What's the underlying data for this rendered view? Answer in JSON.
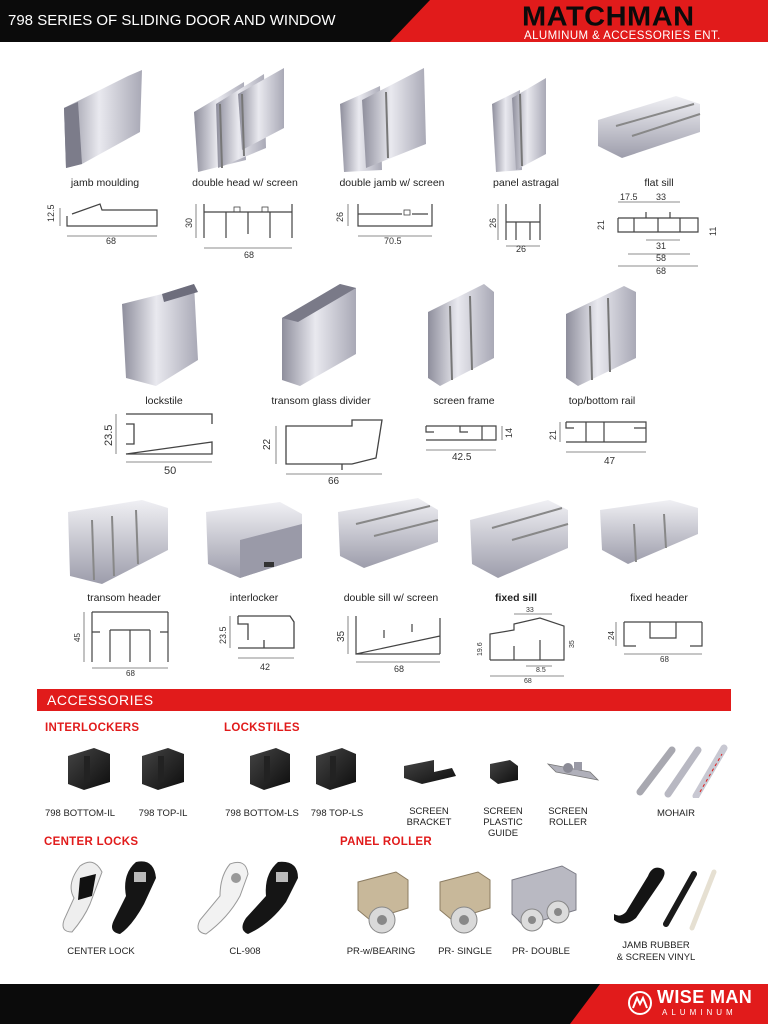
{
  "header": {
    "title": "798 SERIES OF SLIDING DOOR AND WINDOW",
    "brand": "MATCHMAN",
    "brand_sub": "ALUMINUM & ACCESSORIES ENT."
  },
  "profiles": {
    "row1": [
      {
        "label": "jamb moulding",
        "dims": [
          "12.5",
          "68"
        ]
      },
      {
        "label": "double head w/  screen",
        "dims": [
          "30",
          "68"
        ]
      },
      {
        "label": "double jamb w/  screen",
        "dims": [
          "26",
          "70.5"
        ]
      },
      {
        "label": "panel astragal",
        "dims": [
          "26",
          "26"
        ]
      },
      {
        "label": "flat sill",
        "dims": [
          "17.5",
          "33",
          "21",
          "11",
          "31",
          "58",
          "68"
        ]
      }
    ],
    "row2": [
      {
        "label": "lockstile",
        "dims": [
          "23.5",
          "50"
        ]
      },
      {
        "label": "transom glass divider",
        "dims": [
          "22",
          "66"
        ]
      },
      {
        "label": "screen frame",
        "dims": [
          "14",
          "42.5"
        ]
      },
      {
        "label": "top/bottom rail",
        "dims": [
          "21",
          "47"
        ]
      }
    ],
    "row3": [
      {
        "label": "transom header",
        "dims": [
          "45",
          "68"
        ]
      },
      {
        "label": "interlocker",
        "dims": [
          "23.5",
          "42"
        ]
      },
      {
        "label": "double sill w/  screen",
        "dims": [
          "35",
          "68"
        ]
      },
      {
        "label": "fixed sill",
        "dims": [
          "33",
          "19.6",
          "35",
          "8.5",
          "68"
        ]
      },
      {
        "label": "fixed header",
        "dims": [
          "24",
          "68"
        ]
      }
    ]
  },
  "accessories": {
    "title": "ACCESSORIES",
    "interlockers": {
      "heading": "INTERLOCKERS",
      "items": [
        "798 BOTTOM-IL",
        "798 TOP-IL"
      ]
    },
    "lockstiles": {
      "heading": "LOCKSTILES",
      "items": [
        "798 BOTTOM-LS",
        "798 TOP-LS"
      ]
    },
    "others": [
      "SCREEN\nBRACKET",
      "SCREEN\nPLASTIC\nGUIDE",
      "SCREEN\nROLLER",
      "MOHAIR"
    ],
    "center_locks": {
      "heading": "CENTER LOCKS",
      "items": [
        "CENTER LOCK",
        "CL-908"
      ]
    },
    "panel_roller": {
      "heading": "PANEL ROLLER",
      "items": [
        "PR-w/BEARING",
        "PR- SINGLE",
        "PR- DOUBLE"
      ]
    },
    "jamb_rubber": "JAMB RUBBER\n& SCREEN VINYL"
  },
  "footer": {
    "brand": "WISE MAN",
    "brand_sub": "ALUMINUM"
  },
  "colors": {
    "accent_red": "#e11b1b",
    "bar_black": "#0b0b0b",
    "aluminum": "#c9c9d3"
  }
}
